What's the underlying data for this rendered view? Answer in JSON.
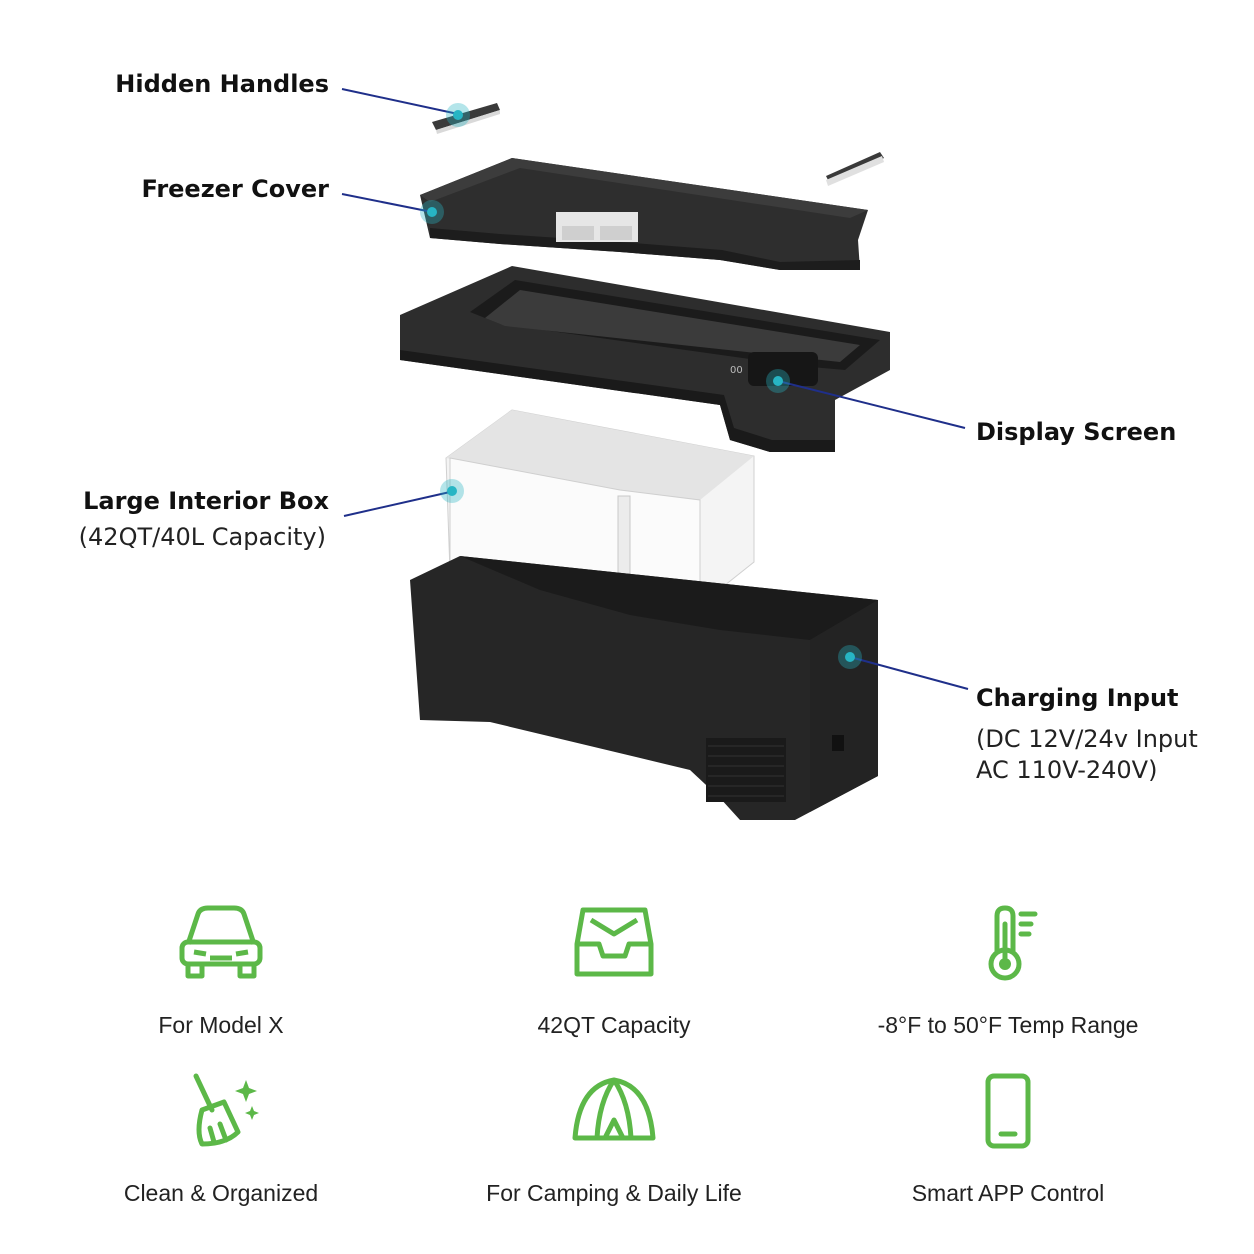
{
  "callouts": {
    "hidden_handles": "Hidden Handles",
    "freezer_cover": "Freezer Cover",
    "display_screen": "Display Screen",
    "interior_box": "Large Interior Box",
    "interior_box_sub": "(42QT/40L Capacity)",
    "charging_input": "Charging Input",
    "charging_input_sub1": "(DC 12V/24v Input",
    "charging_input_sub2": "AC 110V-240V)"
  },
  "features": [
    {
      "label": "For Model X",
      "icon": "car-icon"
    },
    {
      "label": "42QT Capacity",
      "icon": "tray-icon"
    },
    {
      "label": "-8°F to 50°F Temp Range",
      "icon": "thermometer-icon"
    },
    {
      "label": "Clean & Organized",
      "icon": "broom-icon"
    },
    {
      "label": "For Camping & Daily Life",
      "icon": "tent-icon"
    },
    {
      "label": "Smart APP Control",
      "icon": "phone-icon"
    }
  ],
  "colors": {
    "accent_green": "#5cb848",
    "leader_line": "#1f2f8a",
    "marker": "#27b5c4",
    "body_dark": "#2b2b2b",
    "interior_white": "#f2f2f2"
  }
}
